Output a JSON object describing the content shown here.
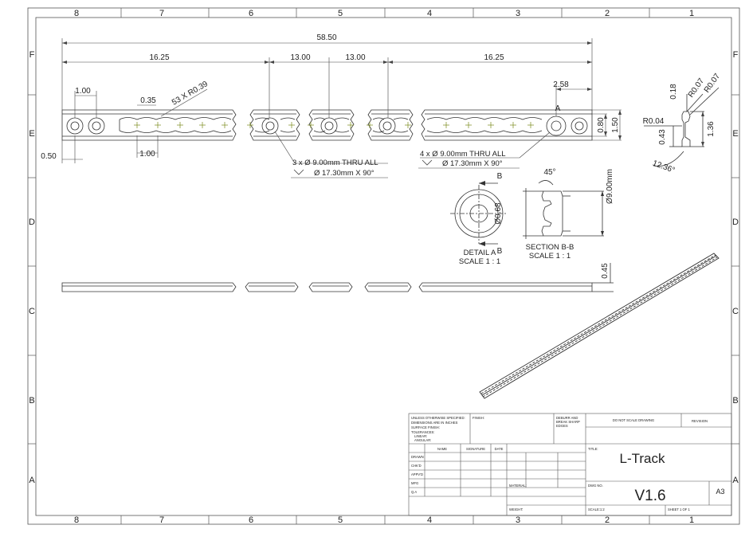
{
  "zones": {
    "columns": [
      "8",
      "7",
      "6",
      "5",
      "4",
      "3",
      "2",
      "1"
    ],
    "rows": [
      "F",
      "E",
      "D",
      "C",
      "B",
      "A"
    ]
  },
  "dimensions": {
    "overall_length": "58.50",
    "seg_left": "16.25",
    "seg_mid1": "13.00",
    "seg_mid2": "13.00",
    "seg_right": "16.25",
    "end_right": "2.58",
    "pitch_left": "1.00",
    "slot_width": "0.35",
    "slot_radius": "53 X R0.39",
    "pitch_lower": "1.00",
    "end_offset": "0.50",
    "height_inner": "0.80",
    "height_outer": "1.50",
    "profile_height": "1.36",
    "profile_thk": "0.18",
    "fillet_1": "R0.07",
    "fillet_2": "R0.07",
    "fillet_3": "R0.04",
    "profile_width": "0.43",
    "profile_angle": "12.36°",
    "side_height": "0.45",
    "detail_dia": "Ø0.68",
    "section_dia": "Ø9.00mm",
    "section_angle": "45°"
  },
  "callouts": {
    "hole_left_line1": "3 x Ø 9.00mm THRU ALL",
    "hole_left_line2": "Ø 17.30mm X 90°",
    "hole_right_line1": "4 x Ø 9.00mm THRU ALL",
    "hole_right_line2": "Ø 17.30mm X 90°",
    "section_marker_a": "A",
    "section_marker_b1": "B",
    "section_marker_b2": "B"
  },
  "views": {
    "detail_label": "DETAIL A",
    "detail_scale": "SCALE 1 : 1",
    "section_label": "SECTION B-B",
    "section_scale": "SCALE 1 : 1"
  },
  "title_block": {
    "general_notes": [
      "UNLESS OTHERWISE SPECIFIED:",
      "DIMENSIONS ARE IN INCHES",
      "SURFACE FINISH:",
      "TOLERANCES:",
      "LINEAR:",
      "ANGULAR:"
    ],
    "finish": "FINISH:",
    "deburr": [
      "DEBURR AND",
      "BREAK SHARP",
      "EDGES"
    ],
    "do_not_scale": "DO NOT SCALE DRAWING",
    "revision": "REVISION",
    "col_name": "NAME",
    "col_signature": "SIGNATURE",
    "col_date": "DATE",
    "rows": [
      "DRAWN",
      "CHK'D",
      "APPV'D",
      "MFG",
      "Q.A"
    ],
    "title_label": "TITLE:",
    "title": "L-Track",
    "material": "MATERIAL:",
    "weight": "WEIGHT:",
    "dwg_no_label": "DWG NO.",
    "dwg_no": "V1.6",
    "size": "A3",
    "scale": "SCALE:1:2",
    "sheet": "SHEET 1 OF 1"
  }
}
